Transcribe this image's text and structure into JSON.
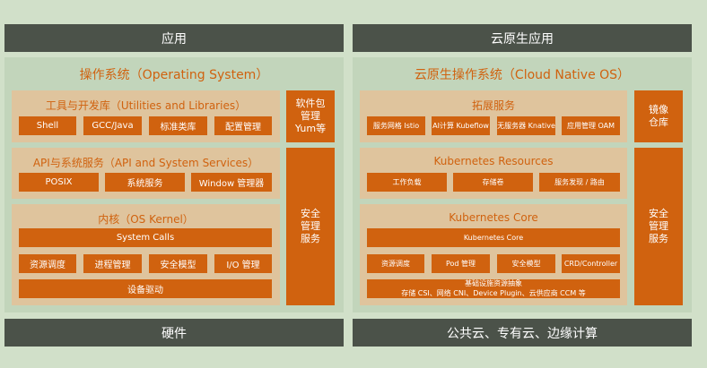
{
  "left": {
    "top_bar": "应用",
    "bottom_bar": "硬件",
    "title": "操作系统（Operating System）",
    "sections": {
      "utilities": {
        "title": "工具与开发库（Utilities and Libraries）",
        "items": [
          "Shell",
          "GCC/Java",
          "标准类库",
          "配置管理"
        ]
      },
      "api": {
        "title": "API与系统服务（API and System Services）",
        "items": [
          "POSIX",
          "系统服务",
          "Window 管理器"
        ]
      },
      "kernel": {
        "title": "内核（OS Kernel）",
        "syscalls": "System Calls",
        "items": [
          "资源调度",
          "进程管理",
          "安全模型",
          "I/O 管理"
        ],
        "drivers": "设备驱动"
      }
    },
    "side_pkg": [
      "软件包",
      "管理",
      "Yum等"
    ],
    "side_security": [
      "安全",
      "管理",
      "服务"
    ]
  },
  "right": {
    "top_bar": "云原生应用",
    "bottom_bar": "公共云、专有云、边缘计算",
    "title": "云原生操作系统（Cloud Native OS）",
    "sections": {
      "extension": {
        "title": "拓展服务",
        "items": [
          "服务网格 Istio",
          "AI计算 Kubeflow",
          "无服务器 Knative",
          "应用管理 OAM"
        ]
      },
      "resources": {
        "title": "Kubernetes Resources",
        "items": [
          "工作负载",
          "存储卷",
          "服务发现 / 路由"
        ]
      },
      "core": {
        "title": "Kubernetes Core",
        "core_bar": "Kubernetes Core",
        "items": [
          "资源调度",
          "Pod 管理",
          "安全模型",
          "CRD/Controller"
        ],
        "infra_line1": "基础设施资源抽象",
        "infra_line2": "存储 CSI、网络 CNI、Device Plugin、云供应商 CCM 等"
      }
    },
    "side_registry": [
      "镜像",
      "仓库"
    ],
    "side_security": [
      "安全",
      "管理",
      "服务"
    ]
  },
  "colors": {
    "background": "#d1e0c9",
    "dark_bar": "#4b5249",
    "panel": "#c2d5bb",
    "section": "#dfc49d",
    "accent": "#d0620f"
  }
}
